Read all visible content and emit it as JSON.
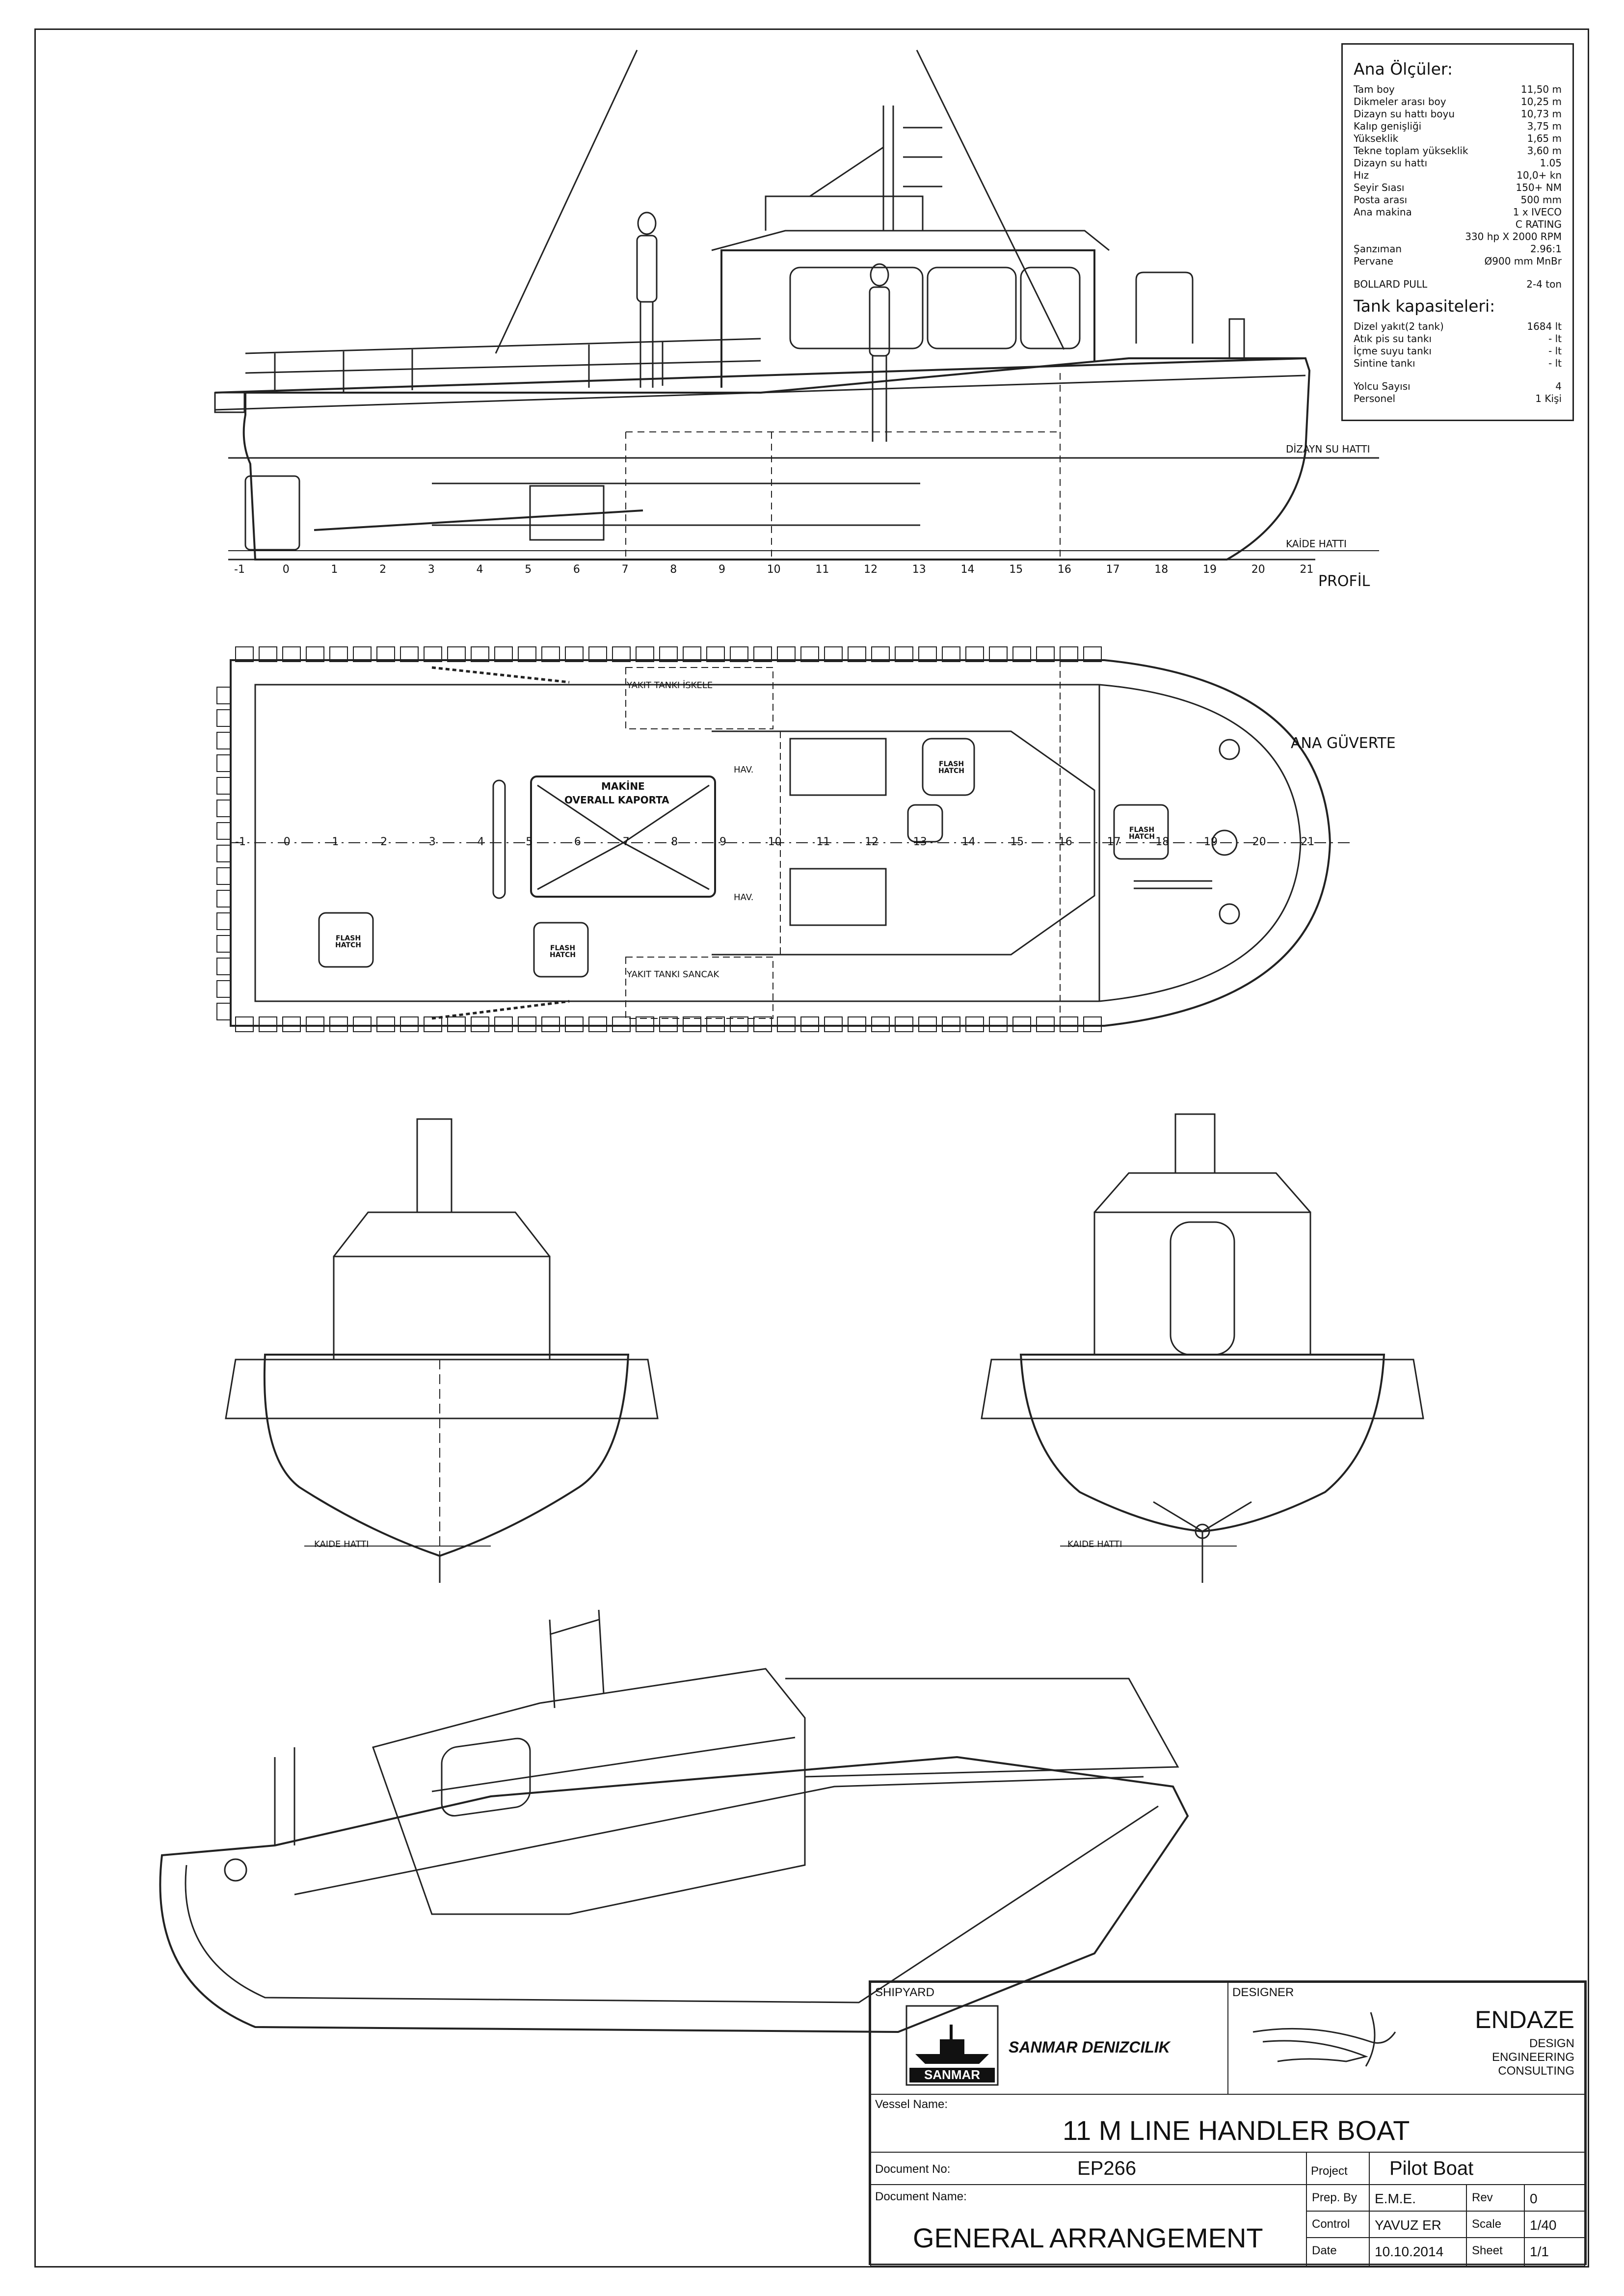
{
  "profile": {
    "title": "PROFİL",
    "waterline_label": "DİZAYN SU HATTI",
    "baseline_label": "KAİDE HATTI",
    "frame_numbers": [
      "-1",
      "0",
      "1",
      "2",
      "3",
      "4",
      "5",
      "6",
      "7",
      "8",
      "9",
      "10",
      "11",
      "12",
      "13",
      "14",
      "15",
      "16",
      "17",
      "18",
      "19",
      "20",
      "21"
    ]
  },
  "deck": {
    "title": "ANA GÜVERTE",
    "fuel_port": "YAKIT TANKI İSKELE",
    "fuel_starboard": "YAKIT TANKI SANCAK",
    "engine_label_1": "MAKİNE",
    "engine_label_2": "OVERALL KAPORTA",
    "vent_label_1": "HAV.",
    "vent_label_2": "HAV.",
    "hatch_line_1": "FLASH",
    "hatch_line_2": "HATCH",
    "frame_numbers": [
      "-1",
      "0",
      "1",
      "2",
      "3",
      "4",
      "5",
      "6",
      "7",
      "8",
      "9",
      "10",
      "11",
      "12",
      "13",
      "14",
      "15",
      "16",
      "17",
      "18",
      "19",
      "20",
      "21"
    ]
  },
  "sections": {
    "baseline_label_left": "KAIDE HATTI",
    "baseline_label_right": "KAIDE HATTI"
  },
  "main_dimensions": {
    "title": "Ana Ölçüler:",
    "rows": [
      {
        "label": "Tam boy",
        "value": "11,50 m"
      },
      {
        "label": "Dikmeler arası boy",
        "value": "10,25 m"
      },
      {
        "label": "Dizayn su hattı boyu",
        "value": "10,73 m"
      },
      {
        "label": "Kalıp genişliği",
        "value": "3,75 m"
      },
      {
        "label": "Yükseklik",
        "value": "1,65 m"
      },
      {
        "label": "Tekne toplam yükseklik",
        "value": "3,60 m"
      },
      {
        "label": "Dizayn su hattı",
        "value": "1.05"
      },
      {
        "label": "Hız",
        "value": "10,0+ kn"
      },
      {
        "label": "Seyir Sıası",
        "value": "150+ NM"
      },
      {
        "label": "Posta arası",
        "value": "500 mm"
      },
      {
        "label": "Ana makina",
        "value": "1 x IVECO"
      }
    ],
    "engine_note_1": "C RATING",
    "engine_note_2": "330 hp X 2000 RPM",
    "rows2": [
      {
        "label": "Şanzıman",
        "value": "2.96:1"
      },
      {
        "label": "Pervane",
        "value": "Ø900 mm MnBr"
      }
    ],
    "bollard": {
      "label": "BOLLARD PULL",
      "value": "2-4 ton"
    },
    "tanks_title": "Tank kapasiteleri:",
    "tanks": [
      {
        "label": "Dizel yakıt(2 tank)",
        "value": "1684 lt"
      },
      {
        "label": "Atık pis su tankı",
        "value": "- lt"
      },
      {
        "label": "İçme suyu tankı",
        "value": "- lt"
      },
      {
        "label": "Sintine tankı",
        "value": "- lt"
      }
    ],
    "people": [
      {
        "label": "Yolcu Sayısı",
        "value": "4"
      },
      {
        "label": "Personel",
        "value": "1 Kişi"
      }
    ]
  },
  "title_block": {
    "shipyard_label": "SHIPYARD",
    "shipyard_name": "SANMAR DENIZCILIK",
    "shipyard_logo_text": "SANMAR",
    "designer_label": "DESIGNER",
    "designer_name": "ENDAZE",
    "designer_sub_1": "DESIGN",
    "designer_sub_2": "ENGINEERING",
    "designer_sub_3": "CONSULTING",
    "vessel_label": "Vessel Name:",
    "vessel_name": "11 M LINE HANDLER BOAT",
    "docno_label": "Document No:",
    "docno": "EP266",
    "project_label": "Project",
    "project": "Pilot Boat",
    "docname_label": "Document Name:",
    "docname": "GENERAL ARRANGEMENT",
    "prep_label": "Prep. By",
    "prep": "E.M.E.",
    "rev_label": "Rev",
    "rev": "0",
    "control_label": "Control",
    "control": "YAVUZ ER",
    "scale_label": "Scale",
    "scale": "1/40",
    "date_label": "Date",
    "date": "10.10.2014",
    "sheet_label": "Sheet",
    "sheet": "1/1"
  }
}
